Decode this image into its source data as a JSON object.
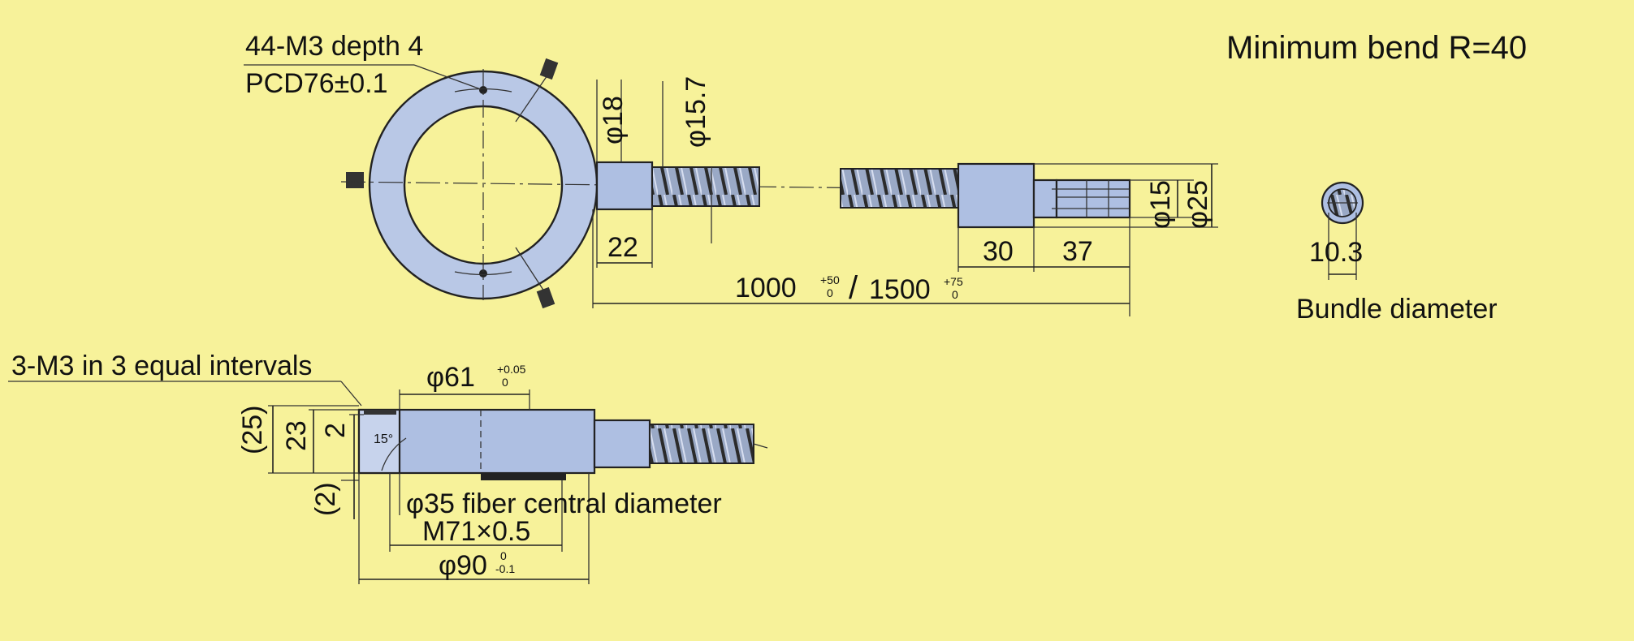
{
  "title": "Minimum bend R=40",
  "top_view": {
    "tap_holes": "44-M3 depth 4",
    "pcd": "PCD76±0.1",
    "dia_sleeve": "φ18",
    "dia_hose": "φ15.7",
    "dia_tip": "φ15",
    "dia_ferrule": "φ25",
    "len_sleeve": "22",
    "len_ferrule": "30",
    "len_tip": "37",
    "length_main": "1000",
    "length_main_tol_upper": "+50",
    "length_main_tol_lower": "0",
    "length_sep": "/",
    "length_alt": "1500",
    "length_alt_tol_upper": "+75",
    "length_alt_tol_lower": "0"
  },
  "bundle": {
    "diameter": "10.3",
    "caption": "Bundle diameter"
  },
  "side_view": {
    "set_screws": "3-M3 in 3 equal intervals",
    "dia_61": "φ61",
    "dia_61_tol_upper": "+0.05",
    "dia_61_tol_lower": "0",
    "h_25": "(25)",
    "h_23": "23",
    "h_2": "2",
    "h_2b": "(2)",
    "angle": "15°",
    "fiber_dia": "φ35 fiber central diameter",
    "thread": "M71×0.5",
    "dia_90": "φ90",
    "dia_90_tol_upper": "0",
    "dia_90_tol_lower": "-0.1"
  }
}
